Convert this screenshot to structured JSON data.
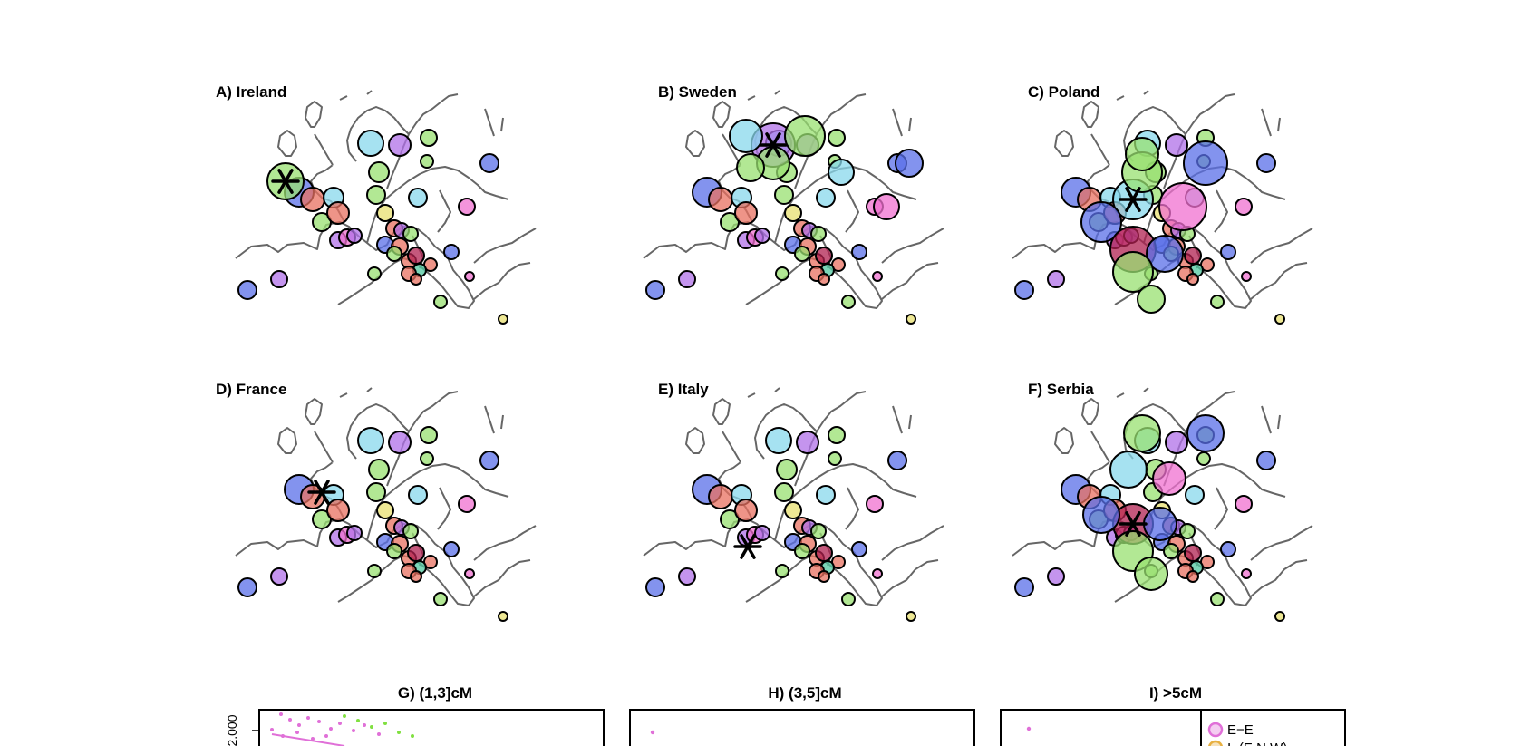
{
  "maps": [
    {
      "label": "A) Ireland",
      "focus": "Ireland"
    },
    {
      "label": "B) Sweden",
      "focus": "Sweden"
    },
    {
      "label": "C) Poland",
      "focus": "Poland"
    },
    {
      "label": "D) France",
      "focus": "France"
    },
    {
      "label": "E) Italy",
      "focus": "Italy"
    },
    {
      "label": "F) Serbia",
      "focus": "Serbia"
    }
  ],
  "scatter_panels": [
    {
      "label": "G) (1,3]cM",
      "ytick": "2.000"
    },
    {
      "label": "H) (3,5]cM"
    },
    {
      "label": "I) >5cM"
    }
  ],
  "legend": {
    "items": [
      {
        "label": "E−E",
        "color": "#e070d8"
      },
      {
        "label": "I−(E,N,W)",
        "color": "#e8b040"
      }
    ]
  },
  "colors": {
    "blue": "#5a6fe8",
    "lightblue": "#88d8ec",
    "purple": "#b070e8",
    "green": "#98e070",
    "yellow": "#e8e070",
    "salmon": "#e87060",
    "pink": "#f070d0",
    "crimson": "#b02050",
    "teal": "#50c8a0",
    "coast": "#666666"
  },
  "chart_data": {
    "type": "scatter",
    "title": "",
    "series": [
      {
        "name": "E−E",
        "values": []
      },
      {
        "name": "I−(E,N,W)",
        "values": []
      }
    ],
    "yticks": [
      "2.000"
    ]
  }
}
